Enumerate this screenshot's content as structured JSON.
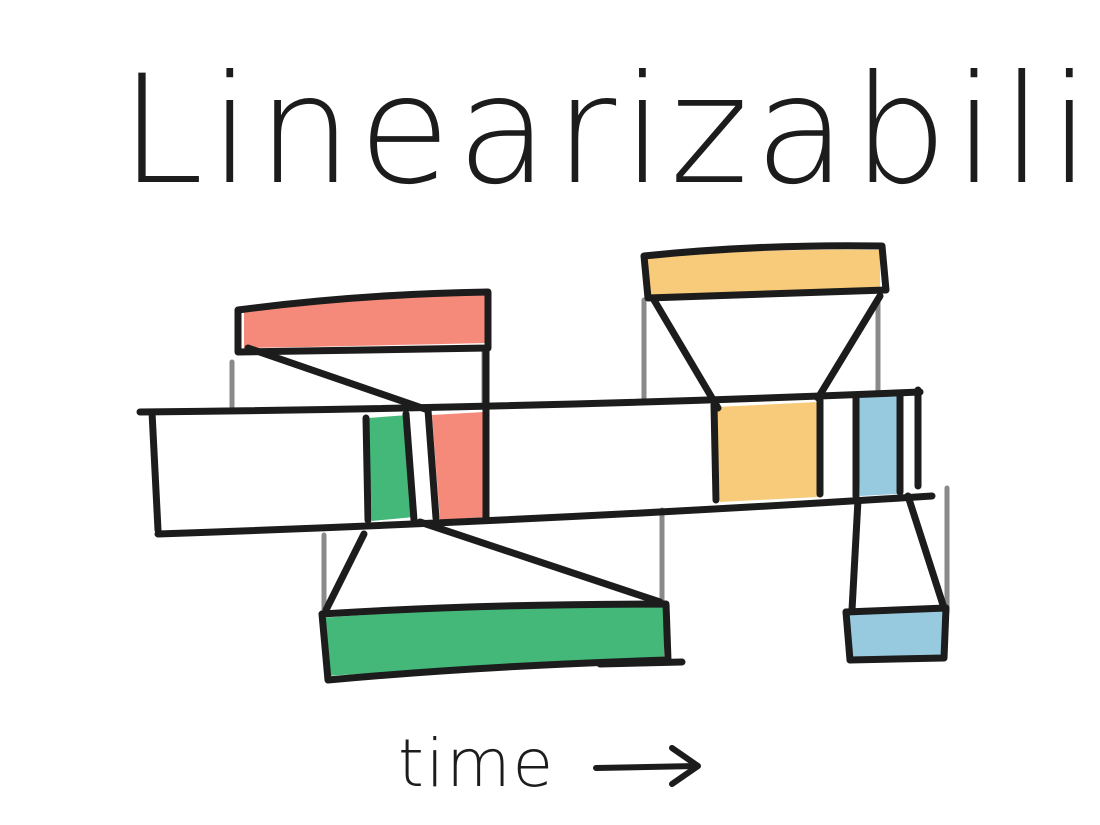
{
  "diagram": {
    "title": "Linearizability",
    "axis_label": "time",
    "colors": {
      "ink": "#1c1c1c",
      "connector": "#8a8a8a",
      "red": "#f47d6c",
      "green": "#2fb06a",
      "yellow": "#f6c56b",
      "blue": "#8cc4dc"
    },
    "operations": [
      {
        "name": "red-operation",
        "color": "red",
        "track": "top",
        "order": 1
      },
      {
        "name": "green-operation",
        "color": "green",
        "track": "bottom",
        "order": 2
      },
      {
        "name": "yellow-operation",
        "color": "yellow",
        "track": "top",
        "order": 3
      },
      {
        "name": "blue-operation",
        "color": "blue",
        "track": "bottom",
        "order": 4
      }
    ]
  }
}
